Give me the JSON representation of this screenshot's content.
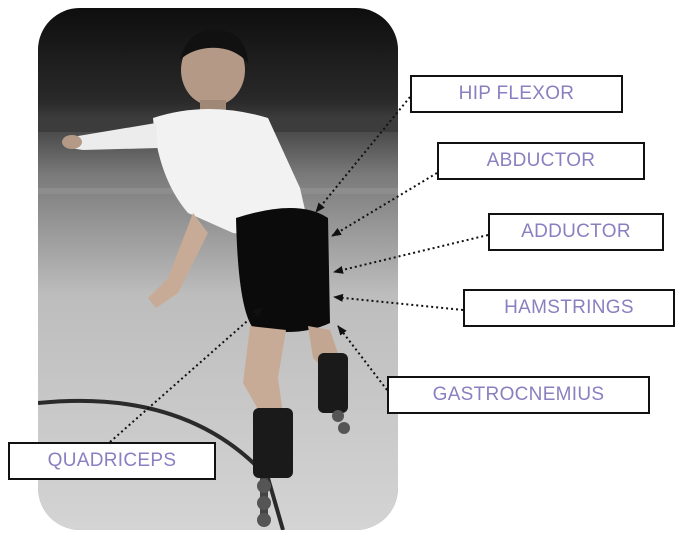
{
  "colors": {
    "label_text": "#8a7fc0",
    "box_border": "#111111",
    "leader": "#111111"
  },
  "labels": {
    "hip_flexor": "HIP FLEXOR",
    "abductor": "ABDUCTOR",
    "adductor": "ADDUCTOR",
    "hamstrings": "HAMSTRINGS",
    "gastrocnemius": "GASTROCNEMIUS",
    "quadriceps": "QUADRICEPS"
  }
}
